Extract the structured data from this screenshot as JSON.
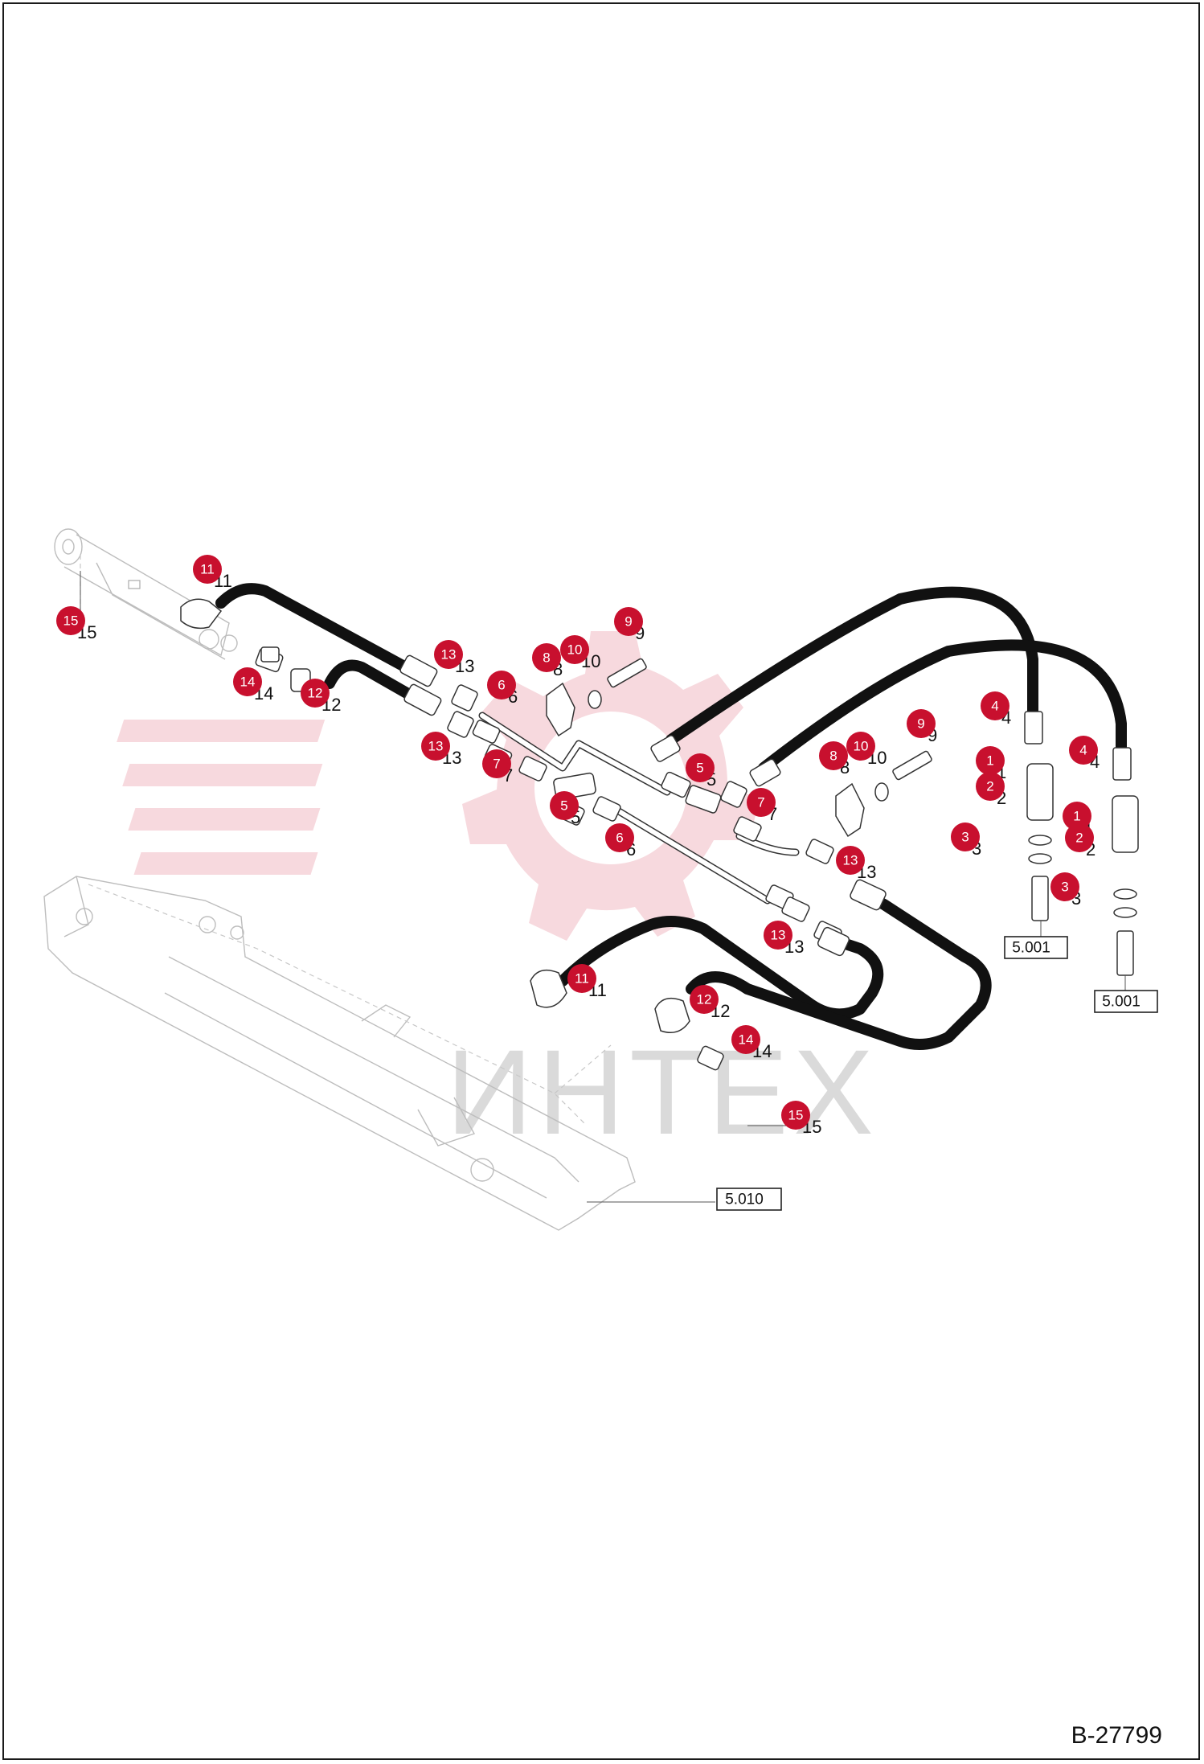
{
  "drawing_number": "B-27799",
  "watermark": {
    "text": "ИНТЕХ",
    "color": "#c8102e"
  },
  "colors": {
    "callout": "#c8102e",
    "hose": "#111111",
    "ghost_outline": "#bdbdbd"
  },
  "references": [
    "5.001",
    "5.001",
    "5.010"
  ],
  "callouts": [
    "11",
    "15",
    "13",
    "8",
    "10",
    "9",
    "14",
    "12",
    "6",
    "13",
    "7",
    "5",
    "5",
    "6",
    "7",
    "8",
    "10",
    "9",
    "4",
    "4",
    "1",
    "2",
    "1",
    "2",
    "3",
    "3",
    "13",
    "13",
    "11",
    "12",
    "14",
    "15"
  ]
}
